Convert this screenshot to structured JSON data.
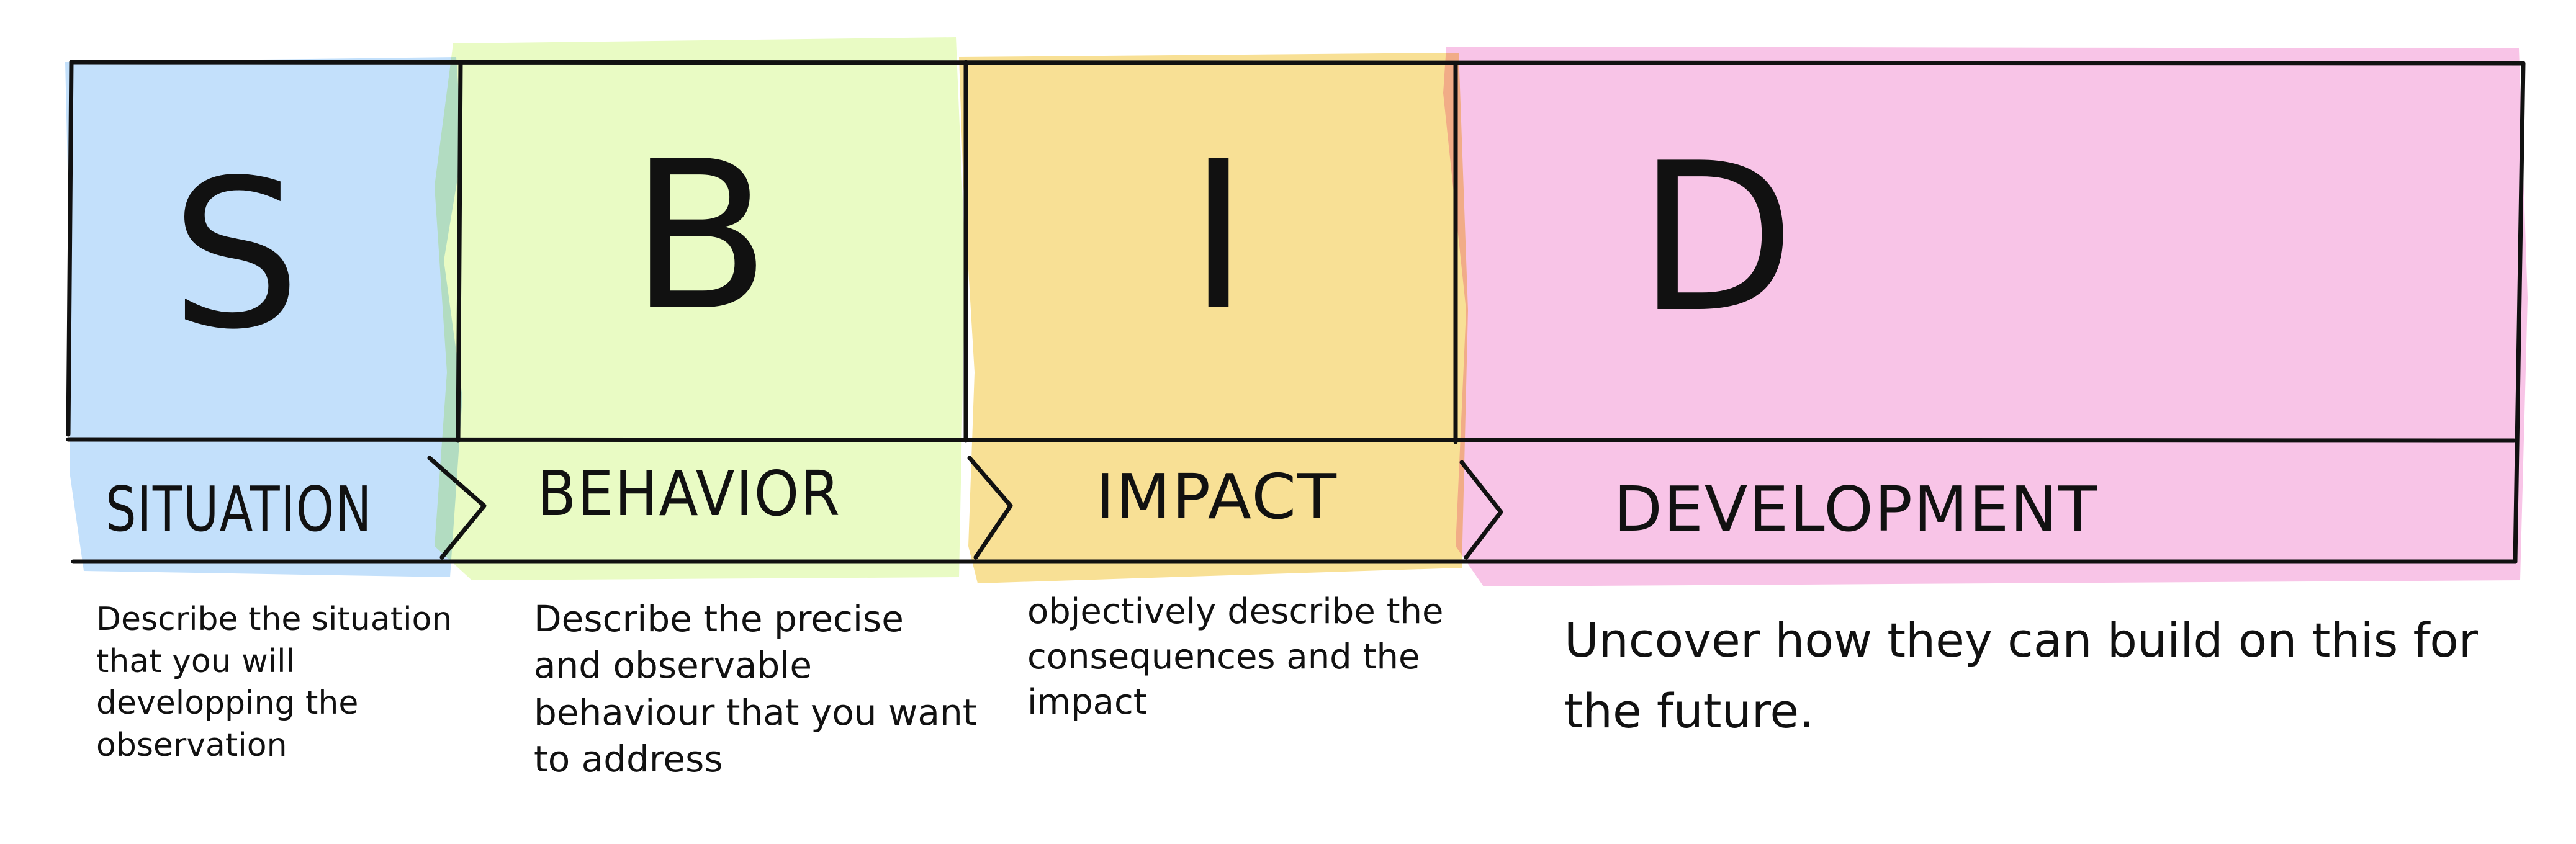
{
  "colors": {
    "situation": "#c3e0fb",
    "behavior": "#e9fbc4",
    "impact": "#f8e095",
    "development": "#f8c4e7",
    "ink": "#111111"
  },
  "steps": [
    {
      "letter": "S",
      "label": "SITUATION",
      "description": "Describe the situation that you will developping the observation"
    },
    {
      "letter": "B",
      "label": "BEHAVIOR",
      "description": "Describe the precise and observable behaviour that you want to address"
    },
    {
      "letter": "I",
      "label": "IMPACT",
      "description": "objectively describe the consequences and the impact"
    },
    {
      "letter": "D",
      "label": "DEVELOPMENT",
      "description": "Uncover how they can build on this for the future."
    }
  ]
}
